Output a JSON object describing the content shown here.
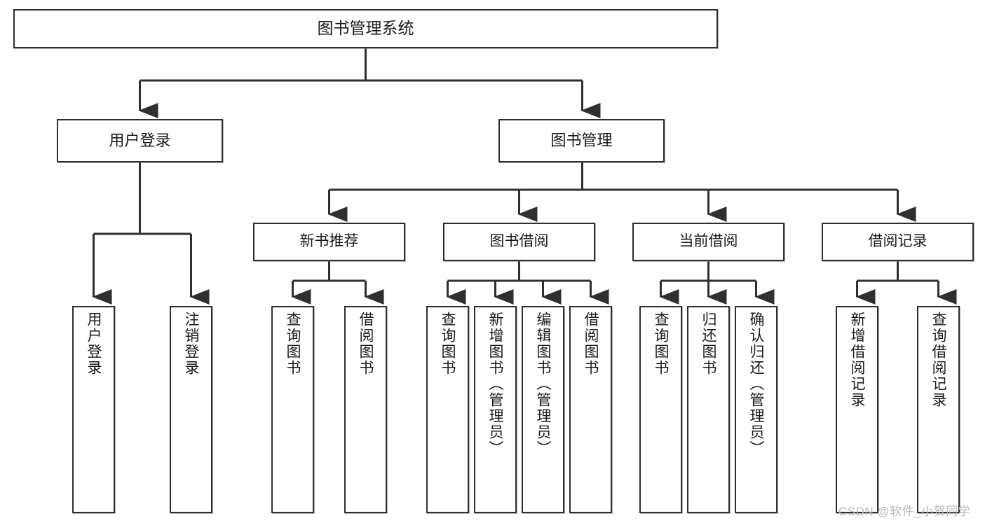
{
  "diagram": {
    "type": "hierarchy-tree",
    "title": "图书管理系统",
    "levels": 4,
    "colors": {
      "box_border": "#2f2f2f",
      "box_fill": "#ffffff",
      "connector": "#2f2f2f",
      "text": "#1a1a1a",
      "watermark": "#b9b9b9",
      "background": "#ffffff"
    }
  },
  "root": {
    "label": "图书管理系统"
  },
  "level2": [
    {
      "label": "用户登录"
    },
    {
      "label": "图书管理"
    }
  ],
  "level3": [
    {
      "label": "新书推荐"
    },
    {
      "label": "图书借阅"
    },
    {
      "label": "当前借阅"
    },
    {
      "label": "借阅记录"
    }
  ],
  "leaves": {
    "user_login": [
      {
        "label": "用户登录"
      },
      {
        "label": "注销登录"
      }
    ],
    "new_book_recommend": [
      {
        "label": "查询图书"
      },
      {
        "label": "借阅图书"
      }
    ],
    "book_borrow": [
      {
        "label": "查询图书"
      },
      {
        "label": "新增图书（管理员）"
      },
      {
        "label": "编辑图书（管理员）"
      },
      {
        "label": "借阅图书"
      }
    ],
    "current_borrow": [
      {
        "label": "查询图书"
      },
      {
        "label": "归还图书"
      },
      {
        "label": "确认归还（管理员）"
      }
    ],
    "borrow_records": [
      {
        "label": "新增借阅记录"
      },
      {
        "label": "查询借阅记录"
      }
    ]
  },
  "watermark": {
    "text": "CSDN @软件_小贺同学"
  }
}
